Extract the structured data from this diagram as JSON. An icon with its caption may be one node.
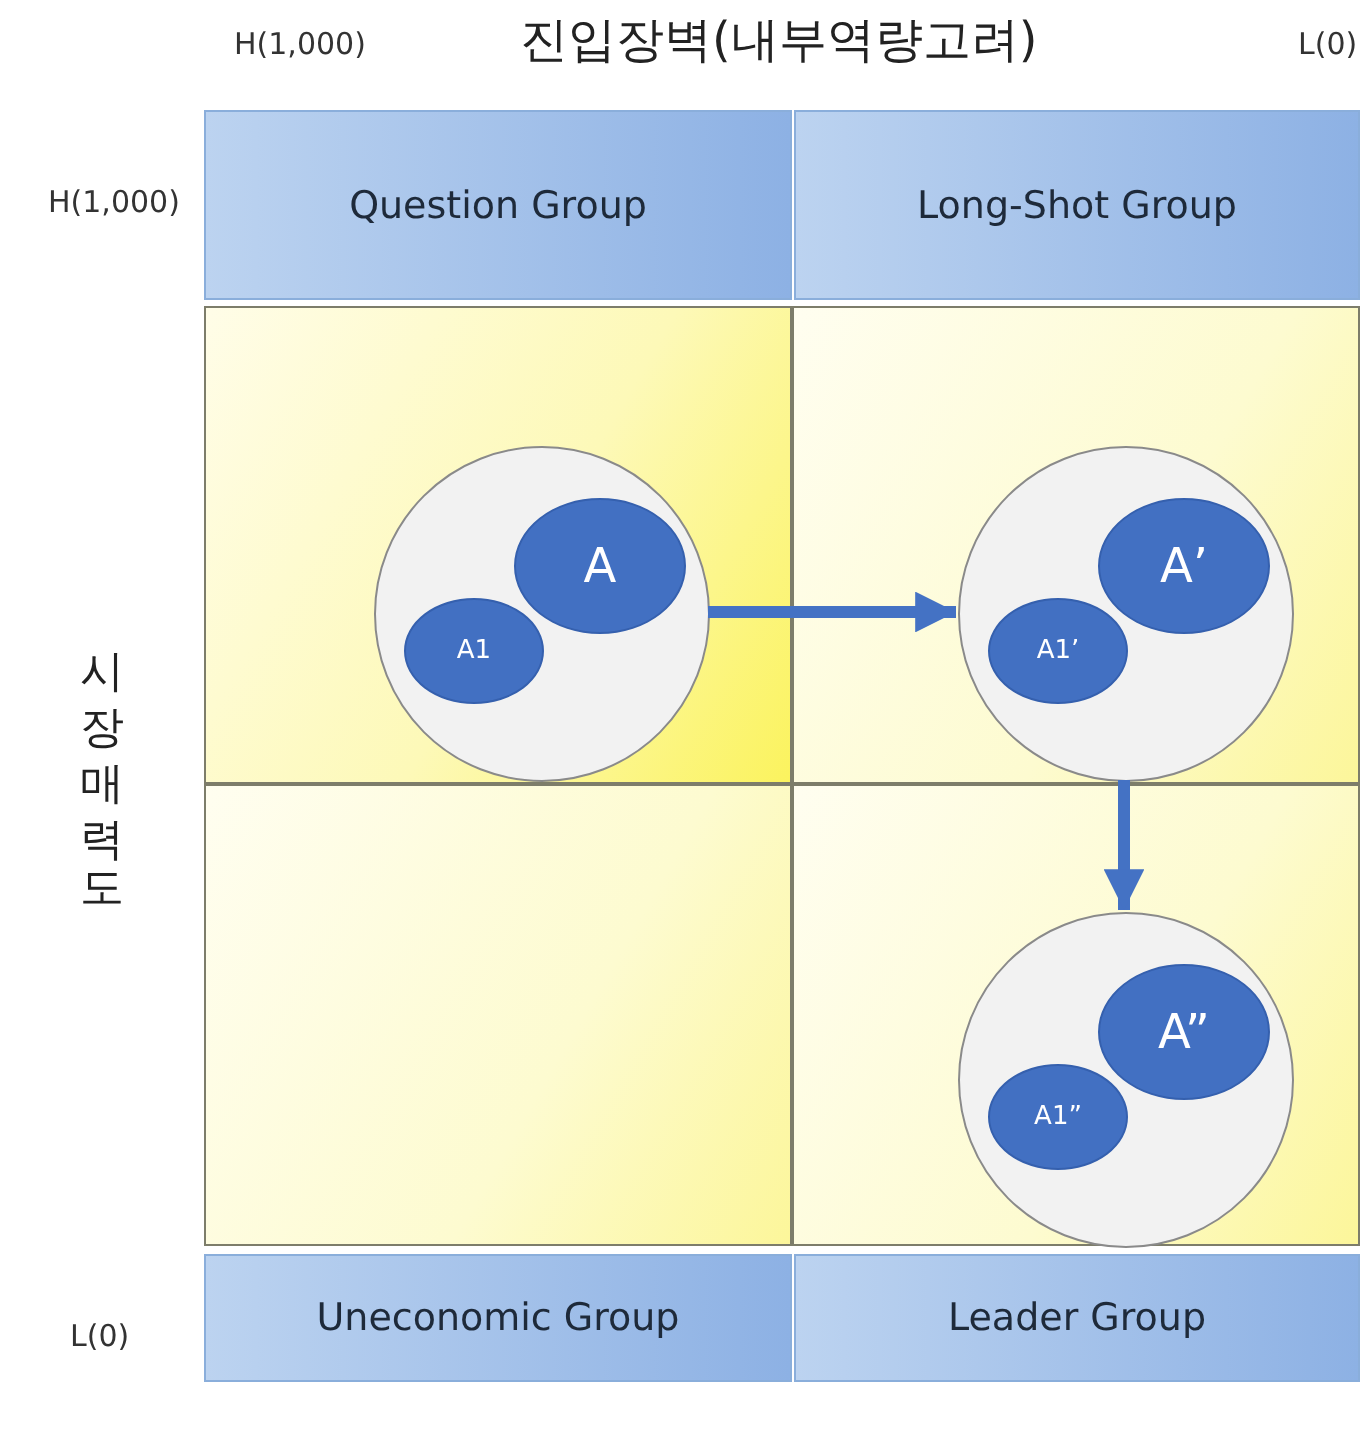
{
  "diagram": {
    "title": "진입장벽(내부역량고려)",
    "nodes": [
      {
        "text": [
          "Question Group"
        ]
      },
      {
        "text": [
          "Long-Shot Group"
        ]
      },
      {
        "text": [],
        "shape": "box"
      },
      {
        "text": [],
        "shape": "box"
      },
      {
        "text": [],
        "shape": "box"
      },
      {
        "text": [],
        "shape": "box"
      },
      {
        "text": [],
        "shape": "circle",
        "in": 2
      },
      {
        "text": [
          "A"
        ],
        "in": 6
      },
      {
        "text": [
          "A1"
        ],
        "in": 6
      },
      {
        "text": [],
        "shape": "circle",
        "in": 3
      },
      {
        "text": [
          "A’"
        ],
        "in": 9
      },
      {
        "text": [
          "A1’"
        ],
        "in": 9
      },
      {
        "text": [],
        "shape": "circle",
        "in": 5
      },
      {
        "text": [
          "A”"
        ],
        "in": 12
      },
      {
        "text": [
          "A1”"
        ],
        "in": 12
      },
      {
        "text": [
          "Uneconomic Group"
        ]
      },
      {
        "text": [
          "Leader Group"
        ]
      }
    ],
    "edges": [
      {
        "from": 6,
        "to": 9,
        "arrow": "to"
      },
      {
        "from": 9,
        "to": 12,
        "arrow": "to"
      }
    ],
    "labels": [
      "H(1,000)",
      "L(0)",
      "H(1,000)",
      "시장매력도",
      "L(0)"
    ]
  }
}
